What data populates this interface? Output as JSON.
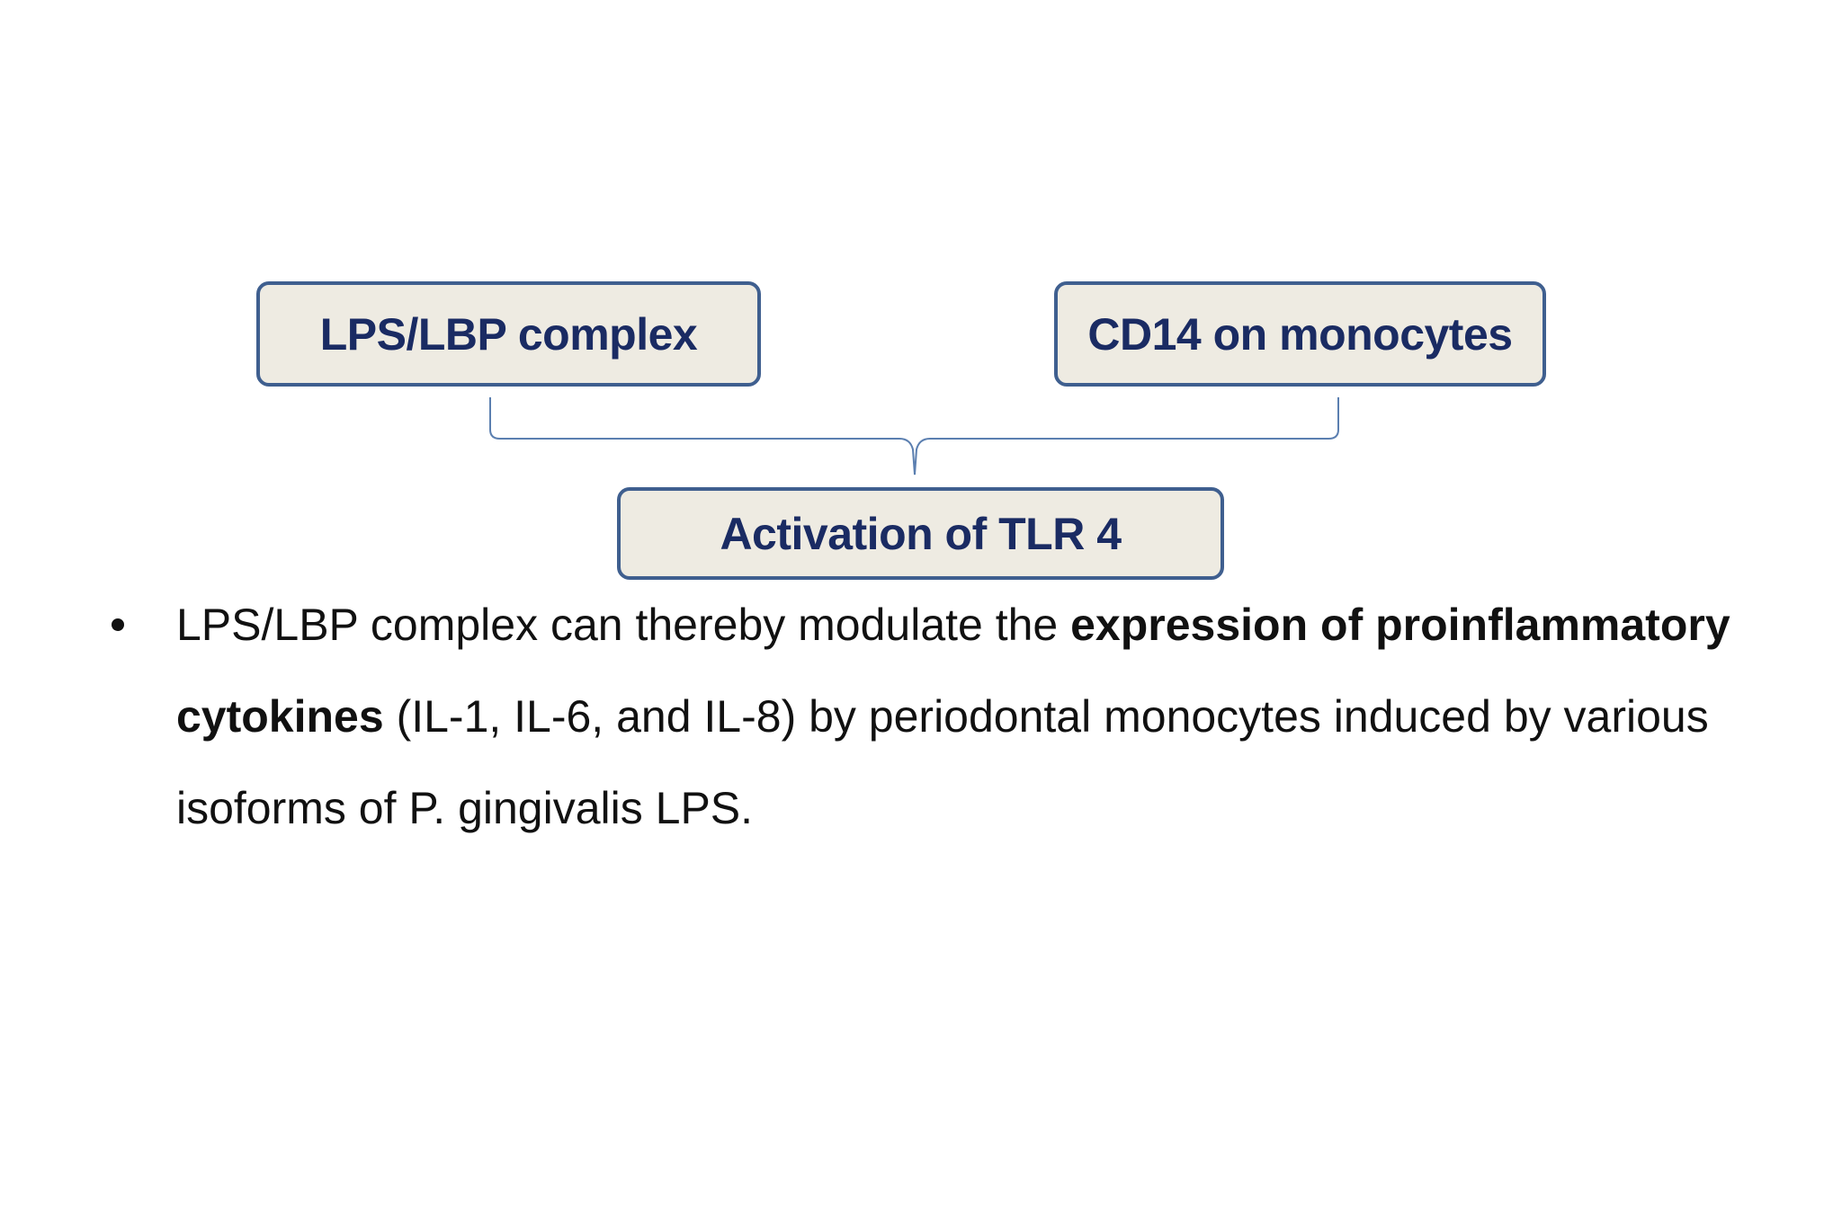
{
  "diagram": {
    "box_left": "LPS/LBP complex",
    "box_right": "CD14 on monocytes",
    "box_bottom": "Activation of TLR 4"
  },
  "bullet": {
    "text_1": "LPS/LBP complex can thereby modulate the ",
    "bold_1": "expression of proinflammatory cytokines",
    "text_2": " (IL-1, IL-6, and IL-8) by periodontal monocytes induced by various isoforms of P. gingivalis LPS."
  },
  "colors": {
    "box_fill": "#eeebe2",
    "box_border": "#3f5f8f",
    "box_text": "#1a2b63",
    "brace": "#5b7fb0"
  }
}
